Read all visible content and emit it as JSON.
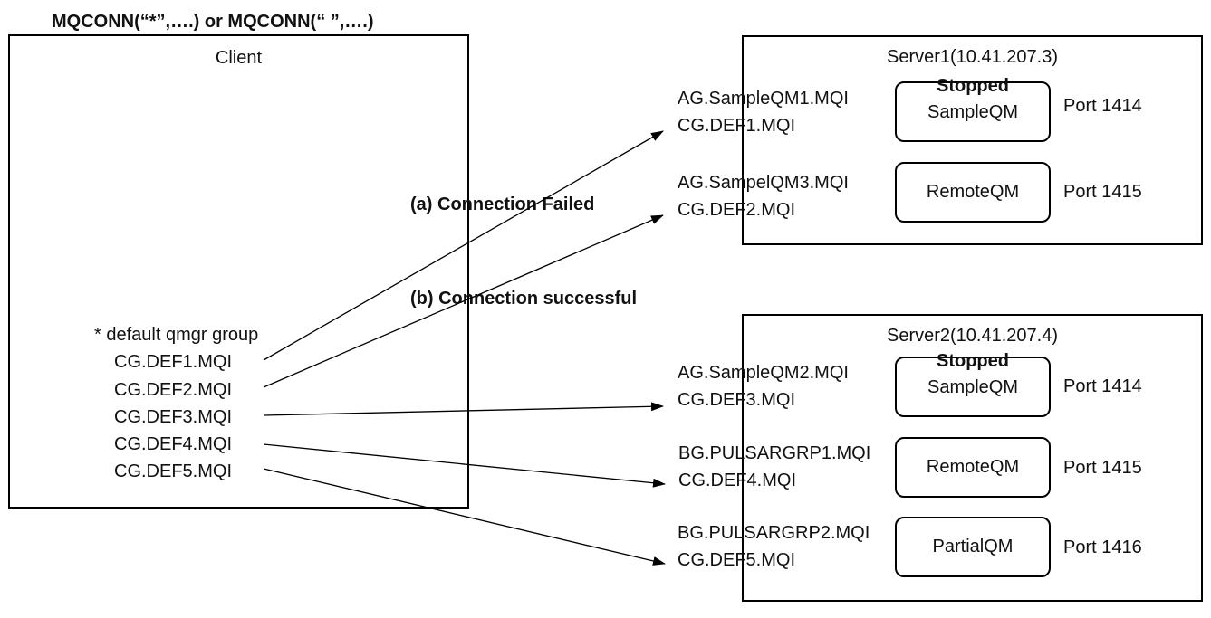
{
  "header": {
    "text": "MQCONN(“*”,….) or MQCONN(“ ”,….)"
  },
  "client": {
    "title": "Client",
    "group_label": "* default qmgr group",
    "ccdt_entries": [
      "CG.DEF1.MQI",
      "CG.DEF2.MQI",
      "CG.DEF3.MQI",
      "CG.DEF4.MQI",
      "CG.DEF5.MQI"
    ]
  },
  "annotations": {
    "failed": "(a) Connection Failed",
    "success": "(b) Connection successful"
  },
  "server1": {
    "title": "Server1(10.41.207.3)",
    "qmgrs": [
      {
        "name": "SampleQM",
        "status": "Stopped",
        "port": "Port 1414",
        "channels": [
          "AG.SampleQM1.MQI",
          "CG.DEF1.MQI"
        ]
      },
      {
        "name": "RemoteQM",
        "status": "",
        "port": "Port 1415",
        "channels": [
          "AG.SampelQM3.MQI",
          "CG.DEF2.MQI"
        ]
      }
    ]
  },
  "server2": {
    "title": "Server2(10.41.207.4)",
    "qmgrs": [
      {
        "name": "SampleQM",
        "status": "Stopped",
        "port": "Port 1414",
        "channels": [
          "AG.SampleQM2.MQI",
          "CG.DEF3.MQI"
        ]
      },
      {
        "name": "RemoteQM",
        "status": "",
        "port": "Port 1415",
        "channels": [
          "BG.PULSARGRP1.MQI",
          "CG.DEF4.MQI"
        ]
      },
      {
        "name": "PartialQM",
        "status": "",
        "port": "Port 1416",
        "channels": [
          "BG.PULSARGRP2.MQI",
          "CG.DEF5.MQI"
        ]
      }
    ]
  }
}
